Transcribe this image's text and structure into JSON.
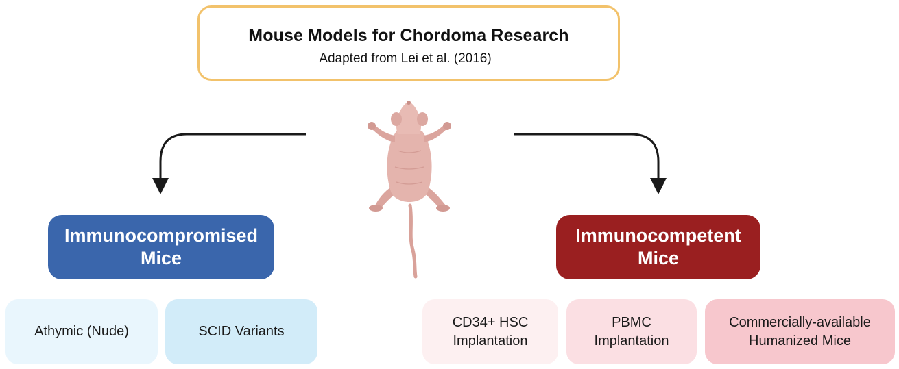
{
  "header": {
    "title": "Mouse Models for Chordoma Research",
    "subtitle": "Adapted from Lei et al. (2016)"
  },
  "categories": {
    "immunocompromised": {
      "label": "Immunocompromised\nMice",
      "color": "#3a66ac"
    },
    "immunocompetent": {
      "label": "Immunocompetent\nMice",
      "color": "#9a1f20"
    }
  },
  "subtypes": {
    "athymic": "Athymic (Nude)",
    "scid": "SCID Variants",
    "cd34": "CD34+ HSC\nImplantation",
    "pbmc": "PBMC\nImplantation",
    "humanized": "Commercially-available\nHumanized Mice"
  },
  "colors": {
    "title_border": "#f2c26b",
    "mouse_body": "#e4b4ad",
    "connector": "#1a1a1a"
  },
  "icons": {
    "center": "nude-mouse-icon"
  }
}
